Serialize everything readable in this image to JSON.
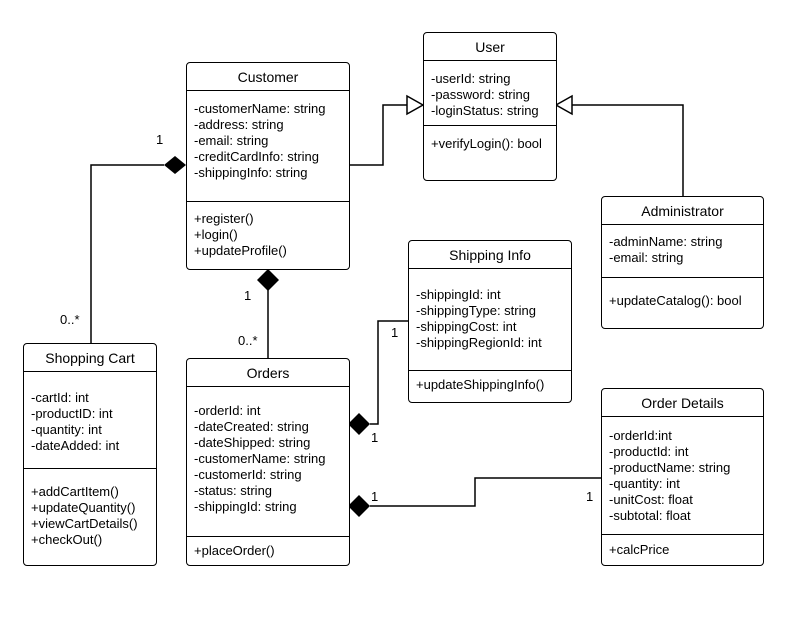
{
  "classes": {
    "user": {
      "name": "User",
      "attributes": [
        "-userId: string",
        "-password: string",
        "-loginStatus: string"
      ],
      "methods": [
        "+verifyLogin(): bool"
      ]
    },
    "customer": {
      "name": "Customer",
      "attributes": [
        "-customerName: string",
        "-address: string",
        "-email: string",
        "-creditCardInfo: string",
        "-shippingInfo: string"
      ],
      "methods": [
        "+register()",
        "+login()",
        "+updateProfile()"
      ]
    },
    "administrator": {
      "name": "Administrator",
      "attributes": [
        "-adminName: string",
        "-email: string"
      ],
      "methods": [
        "+updateCatalog(): bool"
      ]
    },
    "shipping_info": {
      "name": "Shipping Info",
      "attributes": [
        "-shippingId: int",
        "-shippingType: string",
        "-shippingCost: int",
        "-shippingRegionId: int"
      ],
      "methods": [
        "+updateShippingInfo()"
      ]
    },
    "shopping_cart": {
      "name": "Shopping Cart",
      "attributes": [
        "-cartId: int",
        "-productID: int",
        "-quantity: int",
        "-dateAdded: int"
      ],
      "methods": [
        "+addCartItem()",
        "+updateQuantity()",
        "+viewCartDetails()",
        "+checkOut()"
      ]
    },
    "orders": {
      "name": "Orders",
      "attributes": [
        "-orderId: int",
        "-dateCreated: string",
        "-dateShipped: string",
        "-customerName: string",
        "-customerId: string",
        "-status: string",
        "-shippingId: string"
      ],
      "methods": [
        "+placeOrder()"
      ]
    },
    "order_details": {
      "name": "Order Details",
      "attributes": [
        "-orderId:int",
        "-productId: int",
        "-productName: string",
        "-quantity: int",
        "-unitCost: float",
        "-subtotal: float"
      ],
      "methods": [
        "+calcPrice"
      ]
    }
  },
  "multiplicities": {
    "customer_cart_one": "1",
    "customer_cart_many": "0..*",
    "customer_orders_one": "1",
    "customer_orders_many": "0..*",
    "orders_shipping_one": "1",
    "orders_shipping_other": "1",
    "orders_details_one": "1",
    "orders_details_other": "1"
  }
}
